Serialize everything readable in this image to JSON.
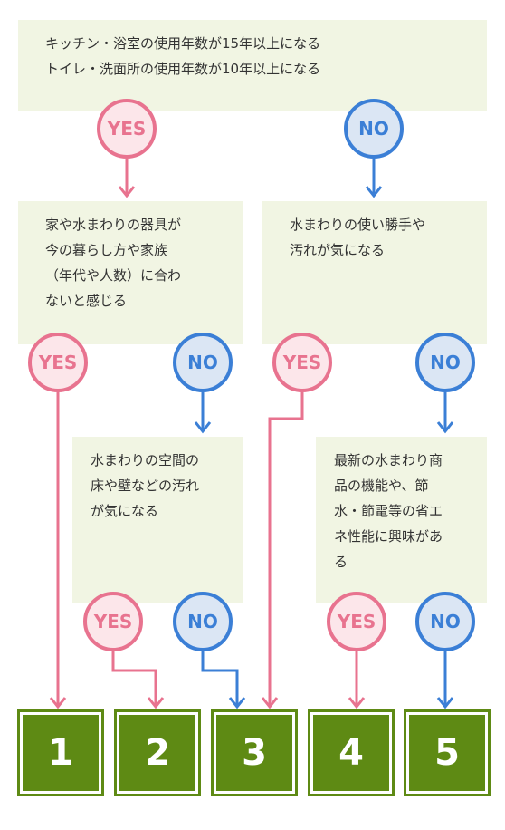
{
  "top_question": "キッチン・浴室の使用年数が15年以上になる\nトイレ・洗面所の使用年数が10年以上になる",
  "question_fit": "家や水まわりの器具が\n今の暮らし方や家族\n（年代や人数）に合わ\nないと感じる",
  "question_usability": "水まわりの使い勝手や\n汚れが気になる",
  "question_dirt": "水まわりの空間の\n床や壁などの汚れ\nが気になる",
  "question_new_products": "最新の水まわり商\n品の機能や、節\n水・節電等の省エ\nネ性能に興味があ\nる",
  "yes_label": "YES",
  "no_label": "NO",
  "results": [
    "1",
    "2",
    "3",
    "4",
    "5"
  ],
  "colors": {
    "yes": "#e8738f",
    "no": "#3b7fd6",
    "box": "#f1f5e3",
    "result": "#5e8a14"
  }
}
